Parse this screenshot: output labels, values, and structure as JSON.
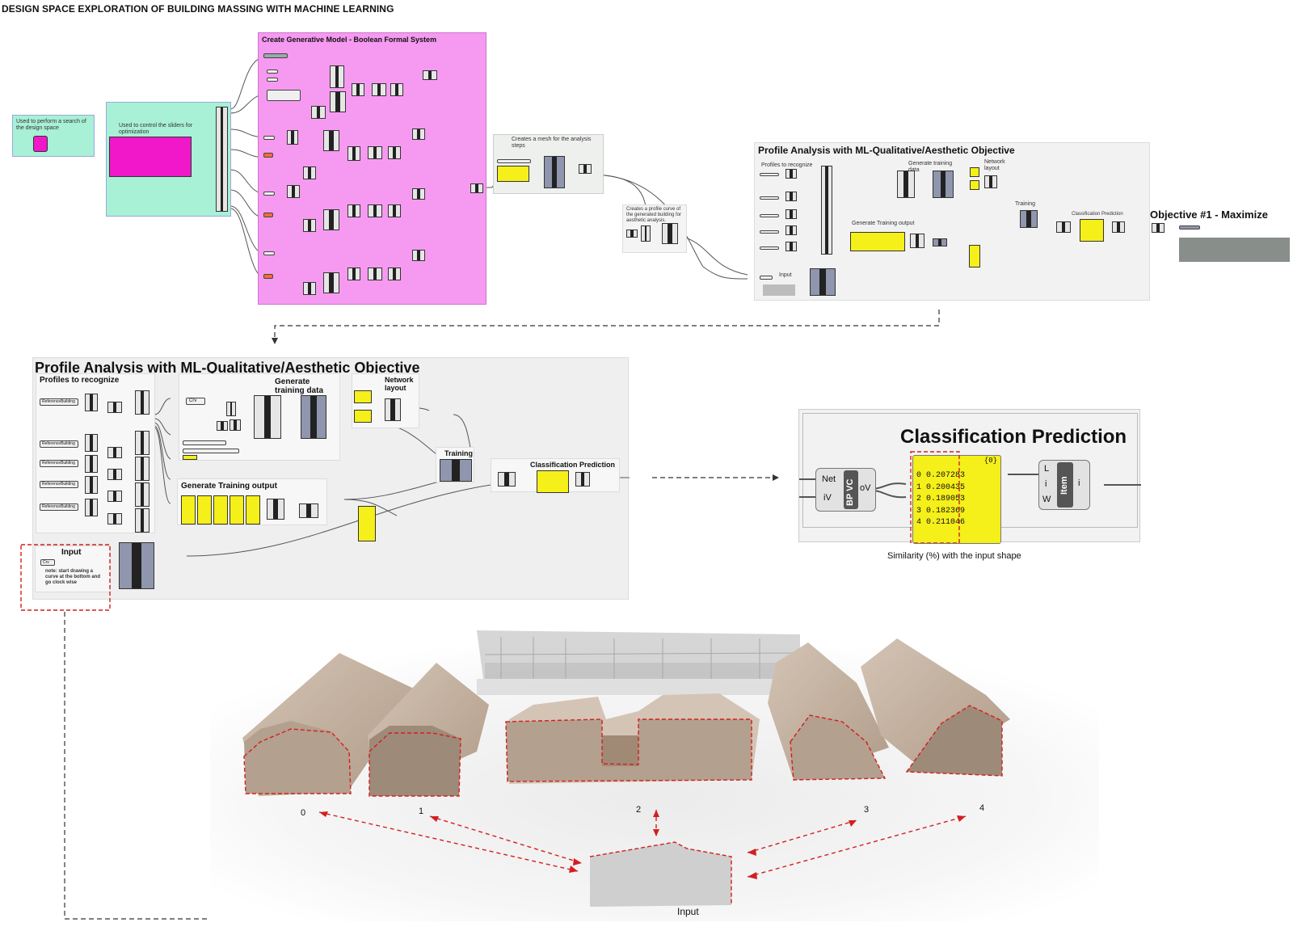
{
  "title": "DESIGN SPACE EXPLORATION OF BUILDING MASSING WITH MACHINE LEARNING",
  "top": {
    "note_search": "Used to perform a search of the design space",
    "note_sliders": "Used to control the sliders for optimization",
    "generative_title": "Create Generative Model - Boolean Formal System",
    "mesh_note": "Creates a mesh for the analysis steps",
    "profile_note": "Creates a profile curve of the generated building for aesthetic analysis.",
    "profile_group_title": "Profile Analysis with ML-Qualitative/Aesthetic Objective",
    "profiles_label": "Profiles to recognize",
    "gen_training_data": "Generate training data",
    "network_layout": "Network layout",
    "gen_training_output": "Generate Training output",
    "training": "Training",
    "classification_prediction": "Classification Prediction",
    "input": "Input",
    "objective": "Objective #1 - Maximize"
  },
  "detail": {
    "title": "Profile Analysis with ML-Qualitative/Aesthetic Objective",
    "profiles_label": "Profiles to recognize",
    "gen_training_data": "Generate training data",
    "network_layout": "Network layout",
    "training": "Training",
    "gen_training_output": "Generate Training output",
    "classification_prediction": "Classification Prediction",
    "input_title": "Input",
    "input_note": "note: start drawing a curve at the bottom and go clock wise",
    "ref_building": "ReferenceBuilding",
    "crv": "Crv"
  },
  "prediction": {
    "title": "Classification Prediction",
    "net_label": "Net",
    "iv_label": "iV",
    "bpvc_label": "BP VC",
    "ov_label": "oV",
    "panel_header": "{0}",
    "rows": [
      "0 0.207283",
      "1 0.200435",
      "2 0.189053",
      "3 0.182369",
      "4 0.211046"
    ],
    "item_l": "L",
    "item_i": "i",
    "item_w": "W",
    "item_label": "Item",
    "item_out": "i",
    "caption": "Similarity (%) with the input shape"
  },
  "massing": {
    "labels": [
      "0",
      "1",
      "2",
      "3",
      "4"
    ],
    "input_label": "Input"
  },
  "colors": {
    "generative_bg": "#f59af0",
    "slider_bg": "#a8f0d6",
    "slider_block": "#f018c8",
    "panel_yellow": "#f5ef1a",
    "red_dash": "#d21f1f",
    "building": "#b4a08e"
  }
}
